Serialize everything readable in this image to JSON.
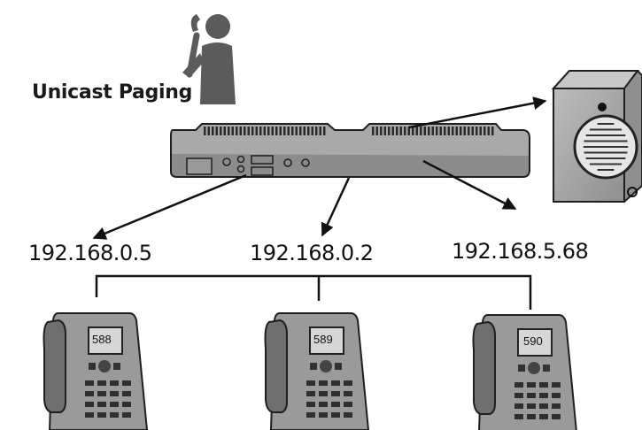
{
  "title": "Unicast Paging",
  "endpoints": [
    {
      "ip": "192.168.0.5",
      "extension": "588"
    },
    {
      "ip": "192.168.0.2",
      "extension": "589"
    },
    {
      "ip": "192.168.5.68",
      "extension": "590"
    }
  ],
  "icons": {
    "user": "person-on-phone-icon",
    "gateway": "paging-gateway-icon",
    "speaker": "paging-speaker-icon",
    "phone": "desk-phone-icon"
  },
  "colors": {
    "line": "#111111",
    "device_fill": "#a9a9a9",
    "device_stroke": "#1f1f1f",
    "speaker_fill": "#a8a8a8"
  }
}
